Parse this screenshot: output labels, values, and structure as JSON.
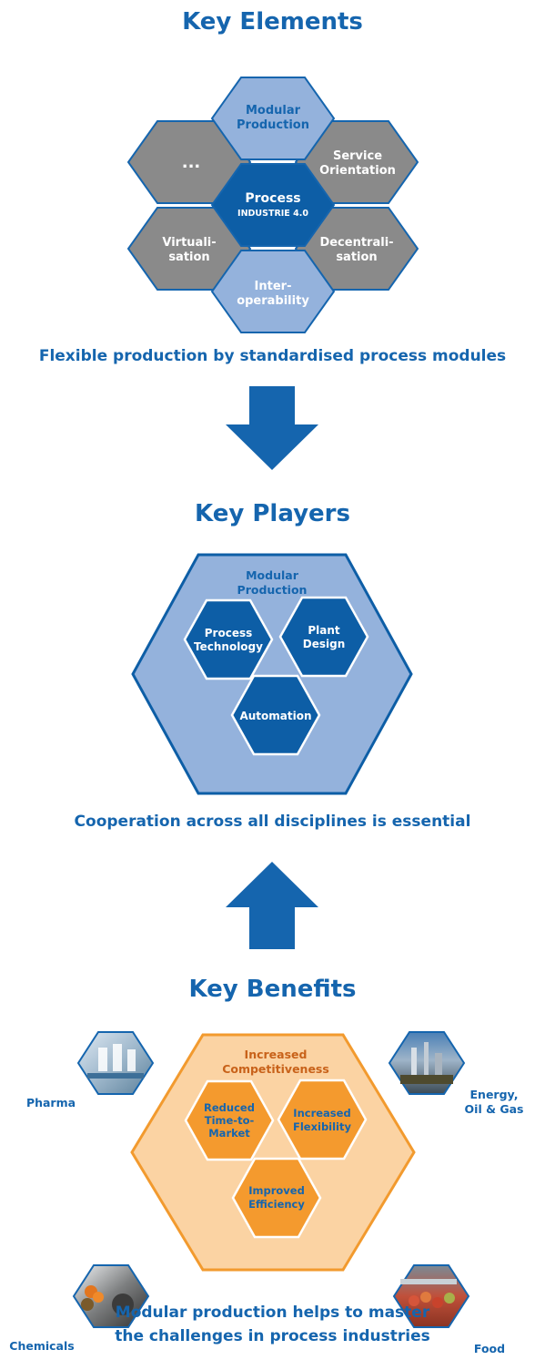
{
  "colors": {
    "blue_text": "#1565ae",
    "hex_dark_blue": "#0d5ea6",
    "hex_light_blue": "#94b2dc",
    "hex_gray": "#8a8a8a",
    "arrow_blue": "#1565ae",
    "benefit_fill": "#fbd3a3",
    "benefit_stroke": "#f29a2e",
    "benefit_inner": "#f49a2e"
  },
  "elements": {
    "title": "Key Elements",
    "center_line1": "Process",
    "center_line2": "INDUSTRIE 4.0",
    "modular_1": "Modular",
    "modular_2": "Production",
    "service_1": "Service",
    "service_2": "Orientation",
    "decentral_1": "Decentrali-",
    "decentral_2": "sation",
    "interop_1": "Inter-",
    "interop_2": "operability",
    "virtual_1": "Virtuali-",
    "virtual_2": "sation",
    "ellipsis": "...",
    "caption": "Flexible production by standardised process modules"
  },
  "players": {
    "title": "Key Players",
    "outer_1": "Modular",
    "outer_2": "Production",
    "pt_1": "Process",
    "pt_2": "Technology",
    "pd_1": "Plant",
    "pd_2": "Design",
    "auto": "Automation",
    "caption": "Cooperation across all disciplines is essential"
  },
  "benefits": {
    "title": "Key Benefits",
    "outer_1": "Increased",
    "outer_2": "Competitiveness",
    "r_1": "Reduced",
    "r_2": "Time-to-",
    "r_3": "Market",
    "f_1": "Increased",
    "f_2": "Flexibility",
    "e_1": "Improved",
    "e_2": "Efficiency",
    "pharma": "Pharma",
    "energy_1": "Energy,",
    "energy_2": "Oil & Gas",
    "chemicals": "Chemicals",
    "food": "Food",
    "caption_1": "Modular production helps to master",
    "caption_2": "the challenges in process industries"
  }
}
